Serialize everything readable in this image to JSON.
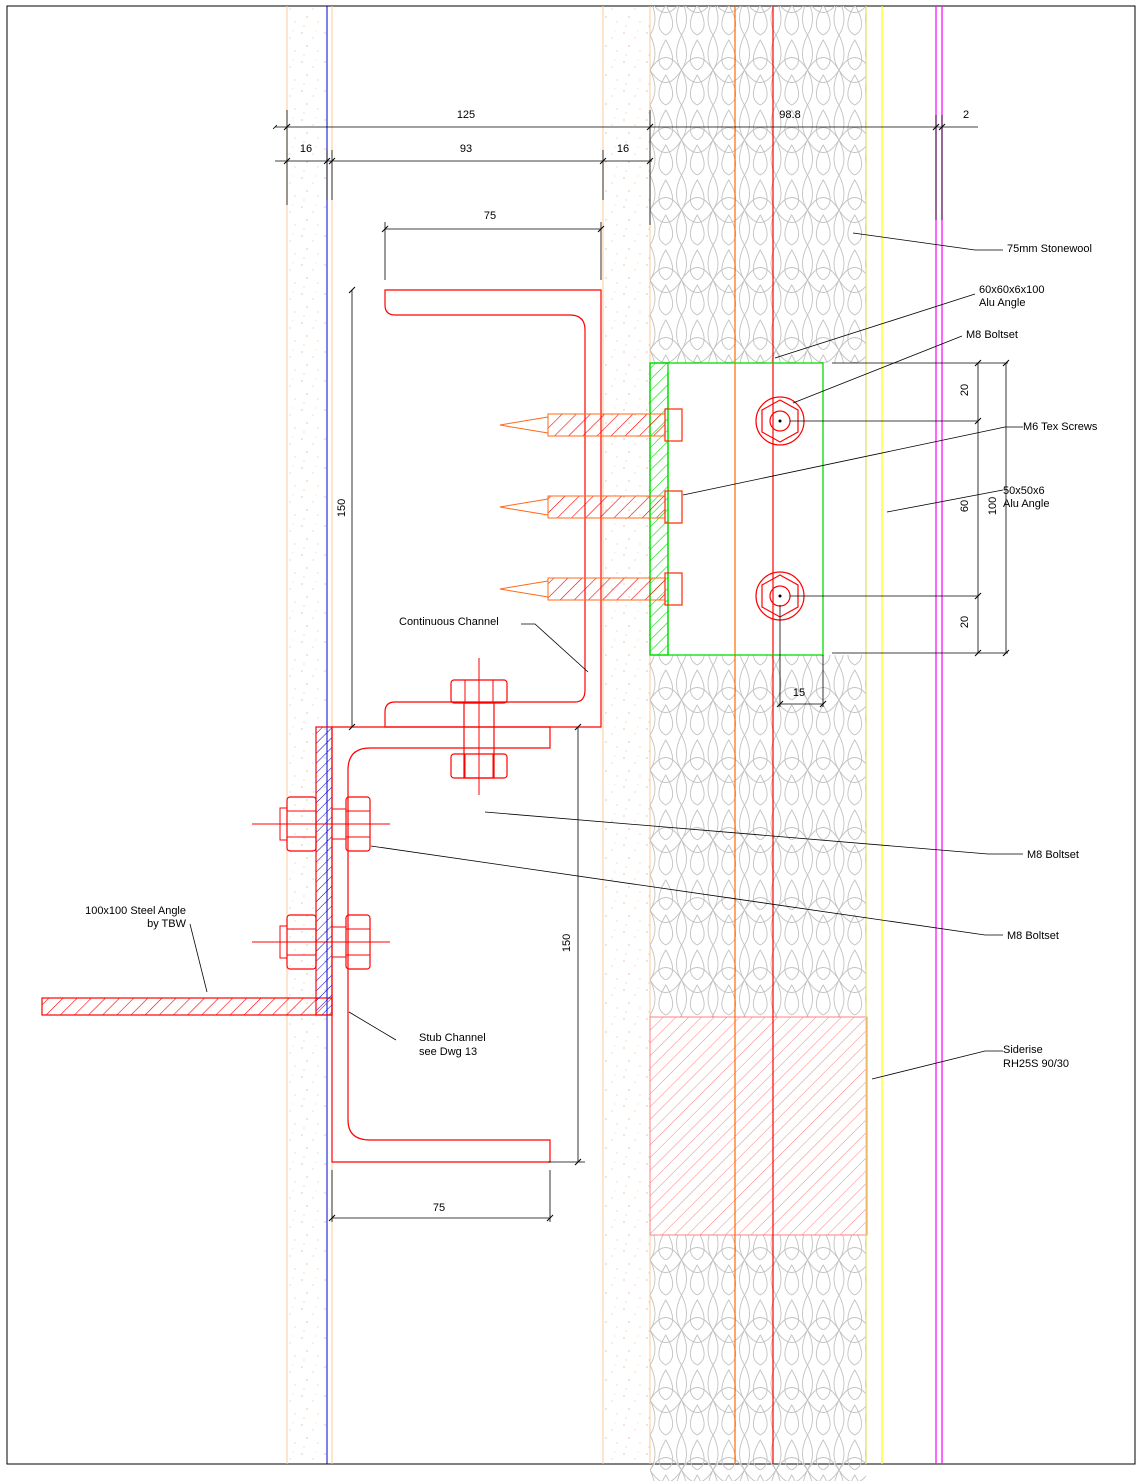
{
  "colors": {
    "steel": "#ff0000",
    "fixings": "#ff2a00",
    "screws": "#ff6a1a",
    "alu_angle": "#00dd00",
    "stonewool": "#bdbdbd",
    "siderise": "#ff8080",
    "board": "#ffc898",
    "board_speckle": "#e8a070",
    "blue_line": "#0000cc",
    "yellow_line": "#ffff00",
    "magenta_line": "#ff00ff",
    "dimension": "#000000"
  },
  "dimensions": {
    "d125": "125",
    "d98_8": "98.8",
    "d2": "2",
    "d16_left": "16",
    "d93": "93",
    "d16_right": "16",
    "d75_top": "75",
    "d150_upper": "150",
    "d20_upper": "20",
    "d60": "60",
    "d100": "100",
    "d20_lower": "20",
    "d15": "15",
    "d150_lower": "150",
    "d75_bottom": "75"
  },
  "labels": {
    "stonewool": "75mm Stonewool",
    "alu_angle_60_line1": "60x60x6x100",
    "alu_angle_60_line2": "Alu Angle",
    "m8_boltset_top": "M8 Boltset",
    "m6_tex_screws": "M6 Tex Screws",
    "alu_angle_50_line1": "50x50x6",
    "alu_angle_50_line2": "Alu Angle",
    "continuous_channel": "Continuous  Channel",
    "m8_boltset_mid": "M8 Boltset",
    "m8_boltset_low": "M8 Boltset",
    "steel_angle_line1": "100x100 Steel Angle",
    "steel_angle_line2": "by TBW",
    "stub_channel_line1": "Stub Channel",
    "stub_channel_line2": "see Dwg 13",
    "siderise_line1": "Siderise",
    "siderise_line2": "RH25S 90/30"
  }
}
